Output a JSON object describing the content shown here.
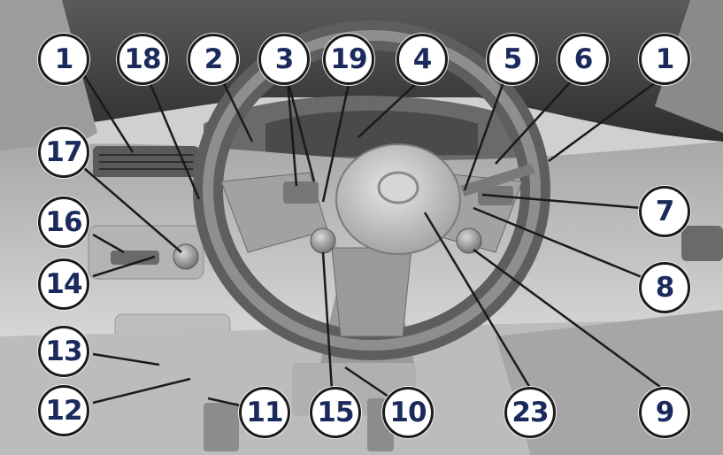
{
  "callouts": [
    {
      "id": "c1a",
      "text": "1"
    },
    {
      "id": "c18",
      "text": "18"
    },
    {
      "id": "c2",
      "text": "2"
    },
    {
      "id": "c3",
      "text": "3"
    },
    {
      "id": "c19",
      "text": "19"
    },
    {
      "id": "c4",
      "text": "4"
    },
    {
      "id": "c5",
      "text": "5"
    },
    {
      "id": "c6",
      "text": "6"
    },
    {
      "id": "c1b",
      "text": "1"
    },
    {
      "id": "c17",
      "text": "17"
    },
    {
      "id": "c7",
      "text": "7"
    },
    {
      "id": "c16",
      "text": "16"
    },
    {
      "id": "c14",
      "text": "14"
    },
    {
      "id": "c8",
      "text": "8"
    },
    {
      "id": "c13",
      "text": "13"
    },
    {
      "id": "c12",
      "text": "12"
    },
    {
      "id": "c11",
      "text": "11"
    },
    {
      "id": "c15",
      "text": "15"
    },
    {
      "id": "c10",
      "text": "10"
    },
    {
      "id": "c23",
      "text": "23"
    },
    {
      "id": "c9",
      "text": "9"
    }
  ],
  "colors": {
    "label_text": "#1b2a5c",
    "label_border": "#1a1a1a",
    "leader_line": "#1a1a1a",
    "dashboard_dark": "#3c3c3c",
    "dashboard_mid": "#8e8e8e",
    "dashboard_light": "#cfcfcf"
  }
}
